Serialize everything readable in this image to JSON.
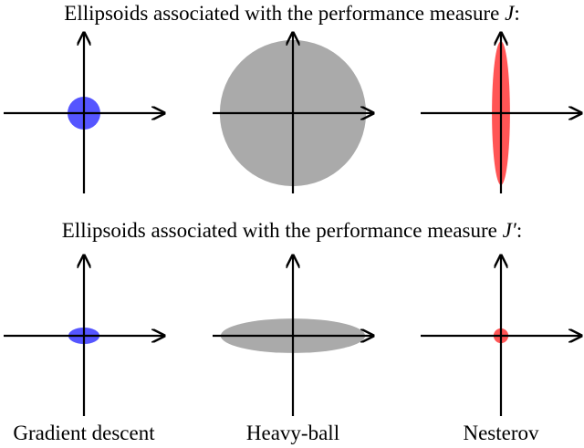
{
  "rows": [
    {
      "title_text": "Ellipsoids associated with the performance measure ",
      "title_math": "J",
      "title_suffix": ":",
      "ellipses": [
        {
          "method": "Gradient descent",
          "rx": 0.4,
          "ry": 0.4,
          "color": "#5555ff"
        },
        {
          "method": "Heavy-ball",
          "rx": 1.78,
          "ry": 1.78,
          "color": "#aaaaaa"
        },
        {
          "method": "Nesterov",
          "rx": 0.22,
          "ry": 1.75,
          "color": "#ff5555"
        }
      ]
    },
    {
      "title_text": "Ellipsoids associated with the performance measure ",
      "title_math": "J′",
      "title_suffix": ":",
      "ellipses": [
        {
          "method": "Gradient descent",
          "rx": 0.38,
          "ry": 0.2,
          "color": "#5555ff"
        },
        {
          "method": "Heavy-ball",
          "rx": 1.76,
          "ry": 0.42,
          "color": "#aaaaaa"
        },
        {
          "method": "Nesterov",
          "rx": 0.18,
          "ry": 0.18,
          "color": "#ff5555"
        }
      ]
    }
  ],
  "method_labels": [
    "Gradient descent",
    "Heavy-ball",
    "Nesterov"
  ]
}
